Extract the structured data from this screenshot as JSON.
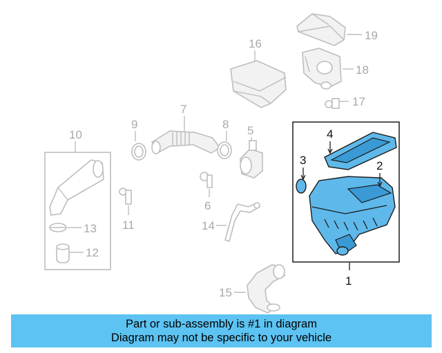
{
  "callouts": {
    "c1": "1",
    "c2": "2",
    "c3": "3",
    "c4": "4",
    "c5": "5",
    "c6": "6",
    "c7": "7",
    "c8": "8",
    "c9": "9",
    "c10": "10",
    "c11": "11",
    "c12": "12",
    "c13": "13",
    "c14": "14",
    "c15": "15",
    "c16": "16",
    "c17": "17",
    "c18": "18",
    "c19": "19"
  },
  "banner": {
    "line1": "Part or sub-assembly is #1 in diagram",
    "line2": "Diagram may not be specific to your vehicle"
  },
  "colors": {
    "highlight": "#5fb8ea",
    "banner": "#5cc3f2",
    "ghost": "#bdbdbd"
  }
}
